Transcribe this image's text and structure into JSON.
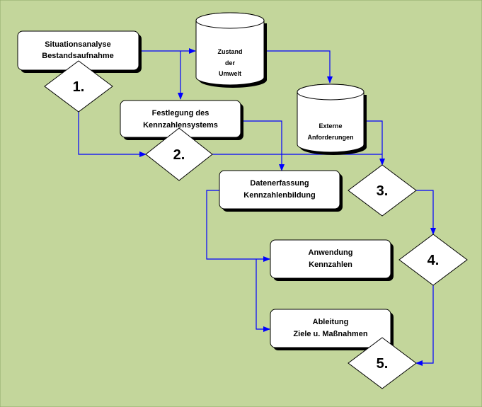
{
  "colors": {
    "background": "#c3d69b",
    "border": "#000000",
    "connector": "#0000ff",
    "shape_fill": "#ffffff",
    "shadow": "#000000"
  },
  "process_boxes": {
    "situationsanalyse": [
      "Situationsanalyse",
      "Bestandsaufnahme"
    ],
    "festlegung": [
      "Festlegung des",
      "Kennzahlensystems"
    ],
    "datenerfassung": [
      "Datenerfassung",
      "Kennzahlenbildung"
    ],
    "anwendung": [
      "Anwendung",
      "Kennzahlen"
    ],
    "ableitung": [
      "Ableitung",
      "Ziele u. Maßnahmen"
    ]
  },
  "data_stores": {
    "zustand_umwelt": [
      "Zustand",
      "der",
      "Umwelt"
    ],
    "externe_anforderungen": [
      "Externe",
      "Anforderungen"
    ]
  },
  "decision_steps": {
    "step1": "1.",
    "step2": "2.",
    "step3": "3.",
    "step4": "4.",
    "step5": "5."
  }
}
